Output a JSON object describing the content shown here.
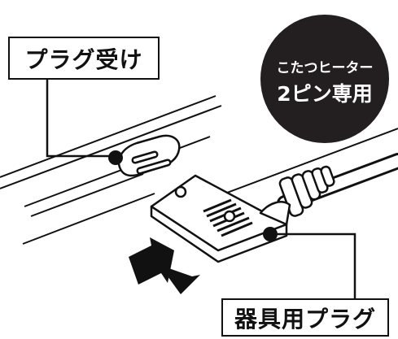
{
  "labels": {
    "plug_receptacle": "プラグ受け",
    "appliance_plug": "器具用プラグ"
  },
  "badge": {
    "line1": "こたつヒーター",
    "line2": "2ピン専用"
  },
  "colors": {
    "ink": "#111111",
    "badge_background": "#231f20",
    "badge_text": "#ffffff"
  }
}
